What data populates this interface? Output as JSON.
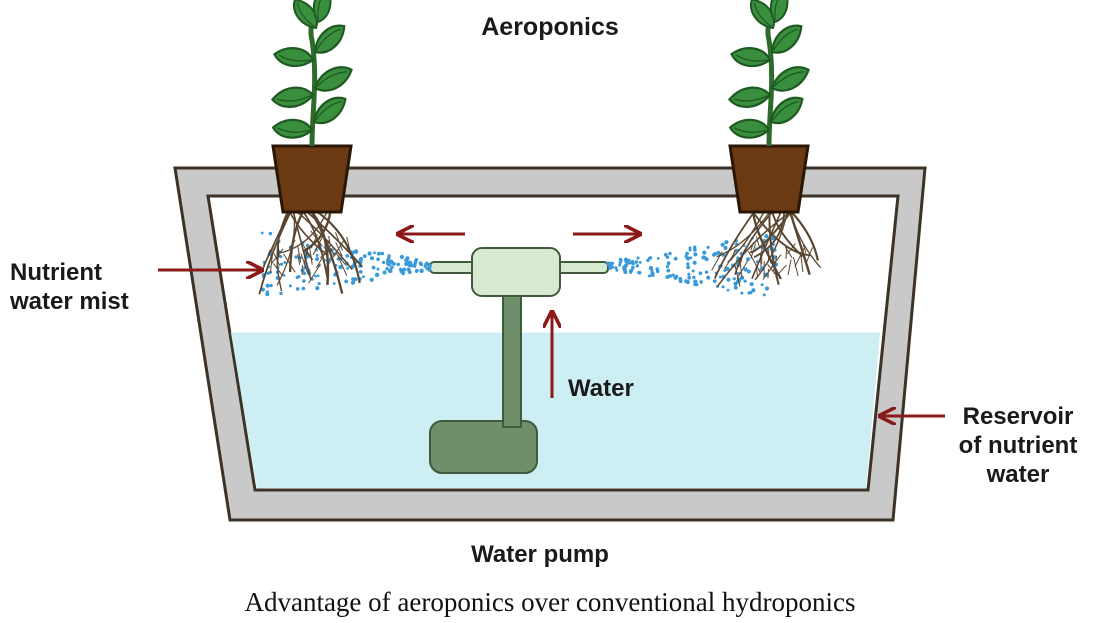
{
  "title": "Aeroponics",
  "labels": {
    "mist": "Nutrient\nwater mist",
    "water": "Water",
    "reservoir": "Reservoir\nof nutrient\nwater",
    "pump": "Water pump"
  },
  "caption": "Advantage of aeroponics over conventional hydroponics",
  "colors": {
    "frame": "#c9c9c9",
    "frame_edge": "#3d3226",
    "water": "#cdeef3",
    "pot": "#6b3a12",
    "leaf": "#3a8f3e",
    "stem": "#2e6b2b",
    "root": "#5a4630",
    "mist": "#3a9ad9",
    "arrow": "#8b1a1a",
    "pump_body": "#6f8f6b",
    "pump_head": "#d9ead3"
  }
}
